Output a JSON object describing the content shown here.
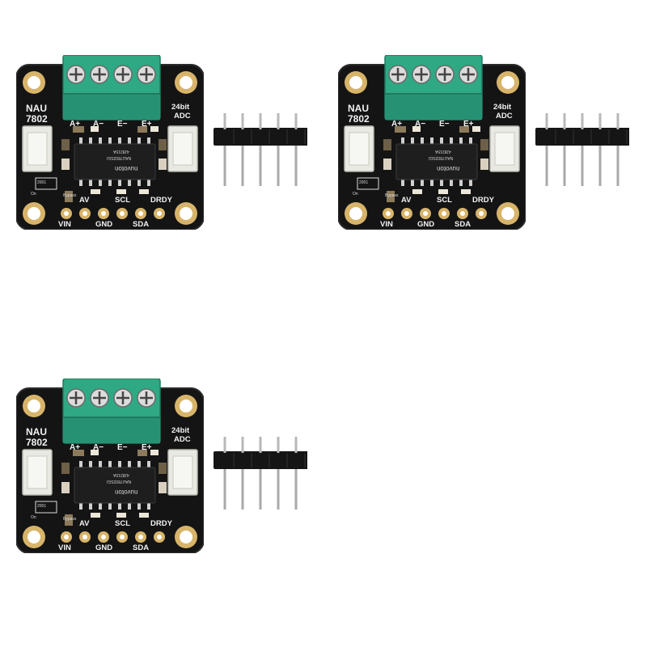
{
  "boards": [
    {
      "chip_name_line1": "NAU",
      "chip_name_line2": "7802",
      "adc_line1": "24bit",
      "adc_line2": "ADC",
      "terminals": [
        "A+",
        "A−",
        "E−",
        "E+"
      ],
      "pins_top": [
        "AV",
        "SCL",
        "DRDY"
      ],
      "pins_bottom": [
        "VIN",
        "GND",
        "SDA"
      ],
      "chip_brand": "nuvoton",
      "chip_code1": "NAU7802SGI",
      "chip_code2": "4J8215A",
      "jumper_label": "Bypass",
      "addr_label": "2001",
      "on_label": "On"
    },
    {
      "chip_name_line1": "NAU",
      "chip_name_line2": "7802",
      "adc_line1": "24bit",
      "adc_line2": "ADC",
      "terminals": [
        "A+",
        "A−",
        "E−",
        "E+"
      ],
      "pins_top": [
        "AV",
        "SCL",
        "DRDY"
      ],
      "pins_bottom": [
        "VIN",
        "GND",
        "SDA"
      ],
      "chip_brand": "nuvoton",
      "chip_code1": "NAU7802SGI",
      "chip_code2": "4J8215A",
      "jumper_label": "Bypass",
      "addr_label": "2001",
      "on_label": "On"
    },
    {
      "chip_name_line1": "NAU",
      "chip_name_line2": "7802",
      "adc_line1": "24bit",
      "adc_line2": "ADC",
      "terminals": [
        "A+",
        "A−",
        "E−",
        "E+"
      ],
      "pins_top": [
        "AV",
        "SCL",
        "DRDY"
      ],
      "pins_bottom": [
        "VIN",
        "GND",
        "SDA"
      ],
      "chip_brand": "nuvoton",
      "chip_code1": "NAU7802SGI",
      "chip_code2": "4J8215A",
      "jumper_label": "Bypass",
      "addr_label": "2001",
      "on_label": "On"
    }
  ],
  "colors": {
    "pcb": "#141414",
    "terminal_block": "#2fa884",
    "gold": "#d7b46a",
    "pin_metal": "#b8b8b8",
    "connector": "#e9e9e4"
  }
}
